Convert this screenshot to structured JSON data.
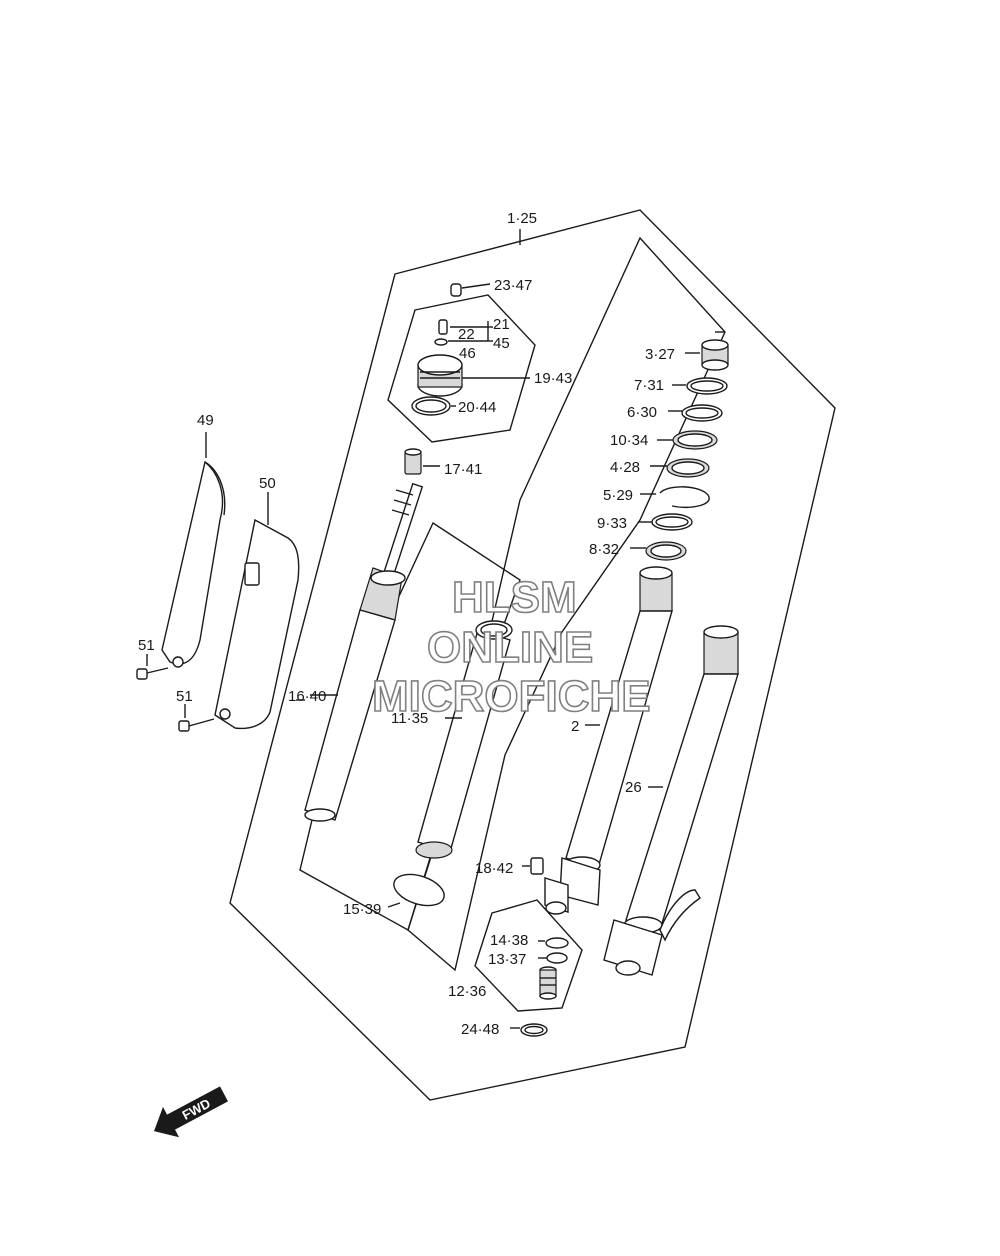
{
  "labels": {
    "l_1_25": "1·25",
    "l_23_47": "23·47",
    "l_21": "21",
    "l_22": "22",
    "l_45": "45",
    "l_46": "46",
    "l_19_43": "19·43",
    "l_20_44": "20·44",
    "l_17_41": "17·41",
    "l_16_40": "16·40",
    "l_11_35": "11·35",
    "l_15_39": "15·39",
    "l_3_27": "3·27",
    "l_7_31": "7·31",
    "l_6_30": "6·30",
    "l_10_34": "10·34",
    "l_4_28": "4·28",
    "l_5_29": "5·29",
    "l_9_33": "9·33",
    "l_8_32": "8·32",
    "l_2": "2",
    "l_26": "26",
    "l_18_42": "18·42",
    "l_14_38": "14·38",
    "l_13_37": "13·37",
    "l_12_36": "12·36",
    "l_24_48": "24·48",
    "l_49": "49",
    "l_50": "50",
    "l_51a": "51",
    "l_51b": "51"
  },
  "watermark": {
    "line1": "HLSM",
    "line2": "ONLINE",
    "line3": "MICROFICHE"
  },
  "fwd_arrow": {
    "text": "FWD",
    "icon": "fwd-arrow-icon"
  }
}
